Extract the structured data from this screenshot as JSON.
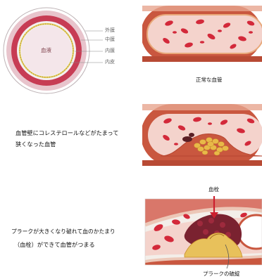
{
  "cross_section": {
    "center_label": "血液",
    "layers": [
      "外膜",
      "中膜",
      "内膜",
      "内皮"
    ]
  },
  "normal_vessel": {
    "caption": "正常な血管"
  },
  "narrowed_vessel": {
    "note_line1": "血管壁にコレステロールなどがたまって",
    "note_line2": "狭くなった血管"
  },
  "blocked_vessel": {
    "note_line1": "プラークが大きくなり破れて血のかたまり",
    "note_line2": "（血栓）ができて血管がつまる",
    "thrombus_label": "血栓",
    "plaque_label": "プラークの破綻"
  },
  "colors": {
    "vessel_wall": "#c9573f",
    "wall_inner": "#e7a58f",
    "lumen": "#f4d3cc",
    "blood_cell": "#d3293a",
    "plaque": "#e8b948",
    "thrombus": "#7a2230"
  }
}
